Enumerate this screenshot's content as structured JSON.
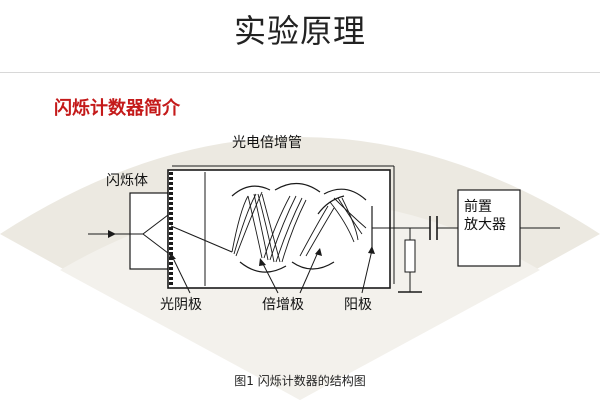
{
  "slide": {
    "title": "实验原理",
    "section_heading": "闪烁计数器简介",
    "caption": "图1  闪烁计数器的结构图"
  },
  "diagram": {
    "labels": {
      "photomultiplier": "光电倍增管",
      "scintillator": "闪烁体",
      "photocathode": "光阴极",
      "dynode": "倍增极",
      "anode": "阳极",
      "preamp_line1": "前置",
      "preamp_line2": "放大器"
    }
  },
  "colors": {
    "heading_red": "#c41a1a",
    "line": "#1a1a1a",
    "fan_bg": "#ece9e1"
  }
}
